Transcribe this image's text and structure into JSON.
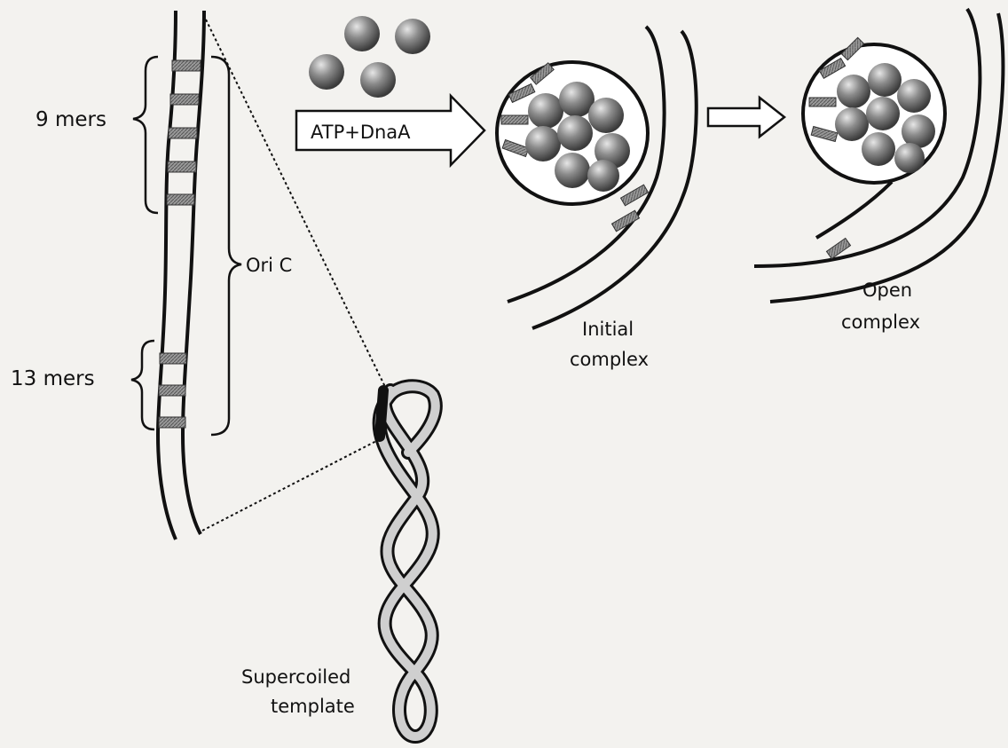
{
  "labels": {
    "nine_mers": "9 mers",
    "thirteen_mers": "13 mers",
    "ori_c": "Ori C",
    "arrow_text": "ATP+DnaA",
    "initial_line1": "Initial",
    "initial_line2": "complex",
    "open_line1": "Open",
    "open_line2": "complex",
    "super_line1": "Supercoiled",
    "super_line2": "template"
  },
  "colors": {
    "ink": "#111111",
    "background": "#f3f2ef",
    "band": "#6f6f6f",
    "protein": "#8a8a8a"
  }
}
